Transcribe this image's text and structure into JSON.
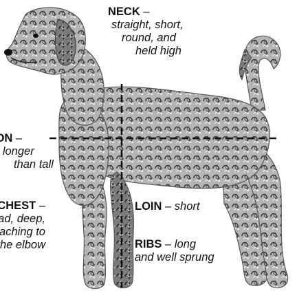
{
  "annotations": {
    "neck": {
      "term": "NECK",
      "dash": "–",
      "lines": [
        "straight, short,",
        "round, and",
        "held high"
      ]
    },
    "proportion": {
      "term": "RTION",
      "dash": "–",
      "lines": [
        "y longer",
        "than tall"
      ]
    },
    "chest": {
      "term": "CHEST",
      "dash": "–",
      "lines": [
        "oad, deep,",
        "eaching to",
        "the elbow"
      ]
    },
    "loin": {
      "term": "LOIN",
      "dash": "–",
      "desc": "short"
    },
    "ribs": {
      "term": "RIBS",
      "dash": "–",
      "desc": "long",
      "line2": "and well sprung"
    }
  },
  "colors": {
    "ink": "#111111",
    "coat_dark": "#3a3a3a",
    "coat_mid": "#8a8a8a",
    "coat_light": "#d6d6d6"
  }
}
